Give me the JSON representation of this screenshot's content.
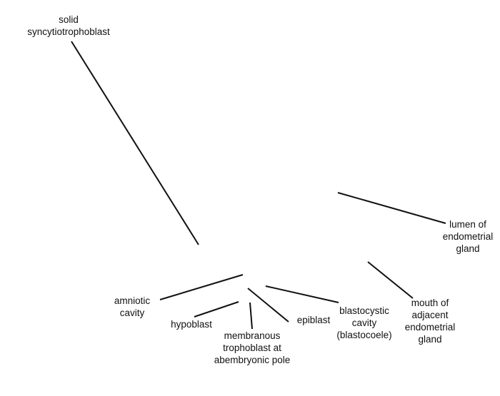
{
  "diagram": {
    "labels": {
      "solid_syncytiotrophoblast": "solid\nsyncytiotrophoblast",
      "lumen_of_endometrial_gland": "lumen of\nendometrial\ngland",
      "mouth_of_adjacent_endometrial_gland": "mouth of\nadjacent\nendometrial\ngland",
      "amniotic_cavity": "amniotic\ncavity",
      "hypoblast": "hypoblast",
      "membranous_trophoblast": "membranous\ntrophoblast at\nabembryonic pole",
      "epiblast": "epiblast",
      "blastocystic_cavity": "blastocystic\ncavity\n(blastocoele)"
    }
  }
}
